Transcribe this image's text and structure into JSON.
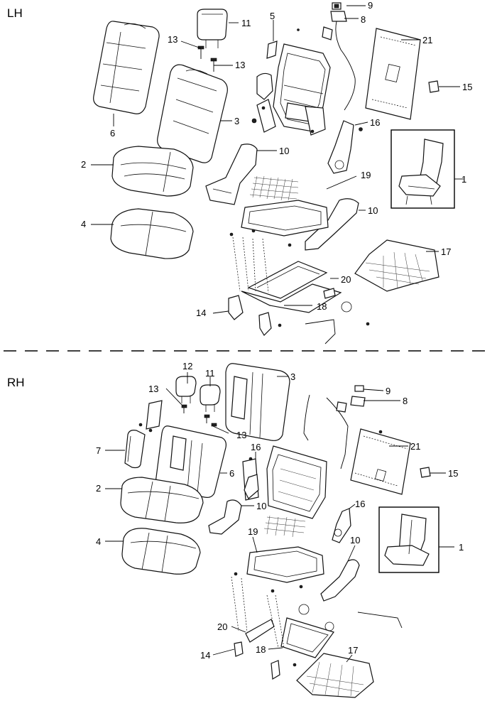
{
  "sections": {
    "upper": "LH",
    "lower": "RH"
  },
  "callouts": {
    "lh": {
      "c1": "1",
      "c2": "2",
      "c3": "3",
      "c4": "4",
      "c5": "5",
      "c6": "6",
      "c8": "8",
      "c9": "9",
      "c10a": "10",
      "c10b": "10",
      "c11": "11",
      "c13a": "13",
      "c13b": "13",
      "c14": "14",
      "c15": "15",
      "c16": "16",
      "c17": "17",
      "c18": "18",
      "c19": "19",
      "c20": "20",
      "c21": "21"
    },
    "rh": {
      "c1": "1",
      "c2": "2",
      "c3": "3",
      "c4": "4",
      "c6": "6",
      "c7": "7",
      "c8": "8",
      "c9": "9",
      "c10a": "10",
      "c10b": "10",
      "c11": "11",
      "c12": "12",
      "c13a": "13",
      "c13b": "13",
      "c14": "14",
      "c15": "15",
      "c16a": "16",
      "c16b": "16",
      "c17": "17",
      "c18": "18",
      "c19": "19",
      "c20": "20",
      "c21": "21"
    }
  }
}
